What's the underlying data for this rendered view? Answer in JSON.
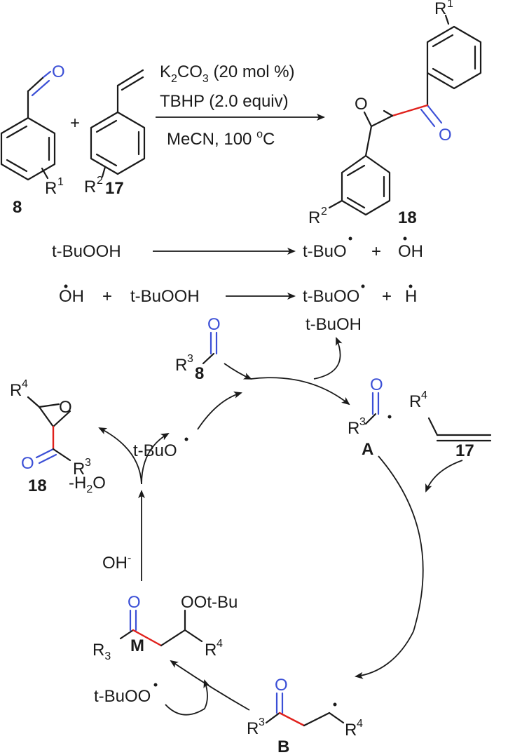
{
  "reagents": {
    "line1_prefix": "K",
    "line1_sub": "2",
    "line1_mid": "CO",
    "line1_sub2": "3",
    "line1_suffix": " (20 mol %)",
    "line2": "TBHP (2.0 equiv)",
    "line3_prefix": "MeCN, 100 ",
    "line3_sup": "o",
    "line3_suffix": "C"
  },
  "compounds": {
    "c8": "8",
    "c17": "17",
    "c18": "18",
    "plus": "+",
    "O": "O",
    "R": "R",
    "R1": "1",
    "R2": "2",
    "R3": "3",
    "R4": "4"
  },
  "initiation": {
    "tbuooh": "t-BuOOH",
    "tbuo": "t-BuO",
    "oh": "OH",
    "plus": "+",
    "tbuoo": "t-BuOO",
    "h": "H"
  },
  "cycle": {
    "tbuoh": "t-BuOH",
    "tbuo": "t-BuO",
    "A": "A",
    "B": "B",
    "M": "M",
    "ootbu": "OOt-Bu",
    "tbuoo": "t-BuOO",
    "minus_h2o": "-H",
    "h2o_sub": "2",
    "h2o_o": "O",
    "oh_minus": "OH",
    "minus": "-",
    "r3_sub": "3"
  }
}
